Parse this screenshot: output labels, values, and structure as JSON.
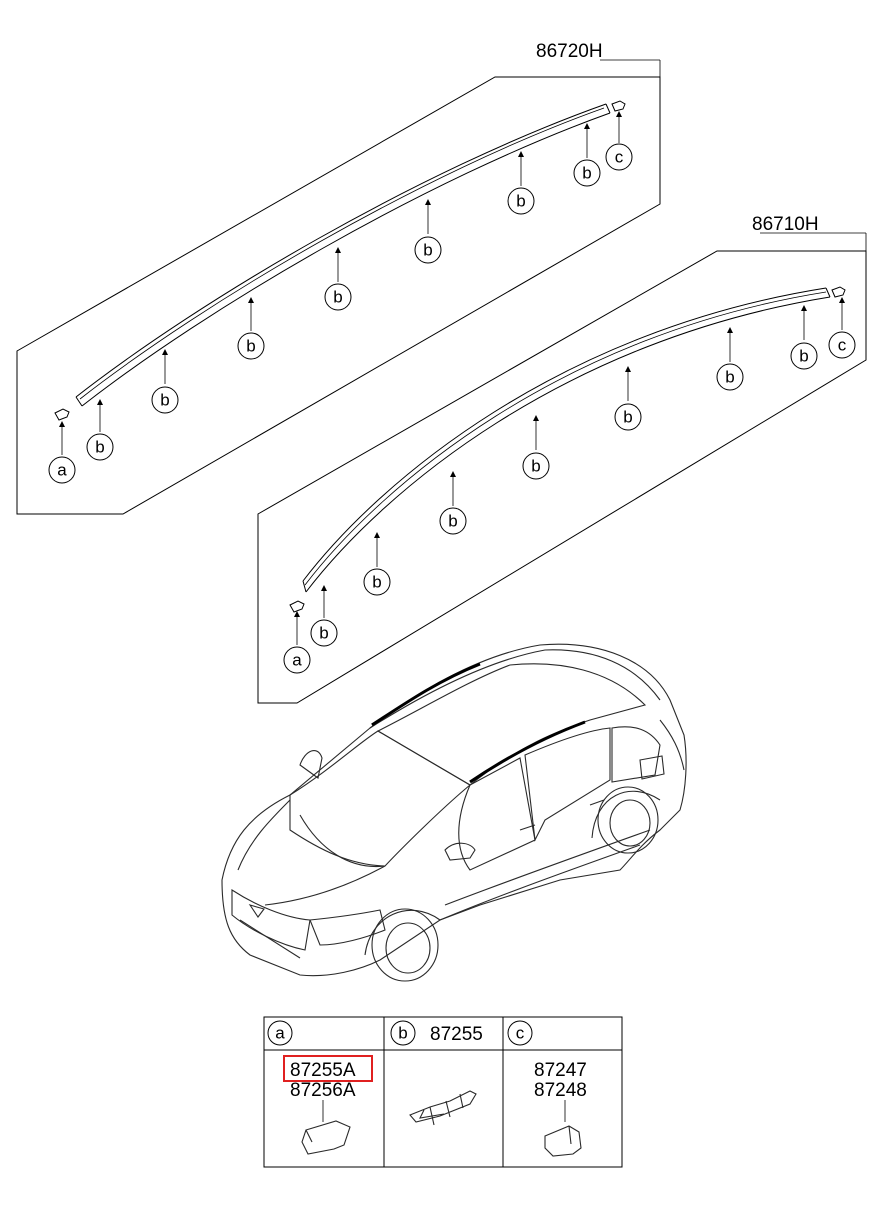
{
  "groups": {
    "upper": {
      "part_number": "86720H"
    },
    "lower": {
      "part_number": "86710H"
    }
  },
  "callout_letters": {
    "a": "a",
    "b": "b",
    "c": "c"
  },
  "legend": {
    "cells": [
      {
        "letter": "a",
        "part_numbers": [
          "87255A",
          "87256A"
        ],
        "highlighted": "87255A"
      },
      {
        "letter": "b",
        "part_numbers": [
          "87255"
        ]
      },
      {
        "letter": "c",
        "part_numbers": [
          "87247",
          "87248"
        ]
      }
    ]
  },
  "colors": {
    "highlight": "#e02020",
    "line": "#000000"
  }
}
